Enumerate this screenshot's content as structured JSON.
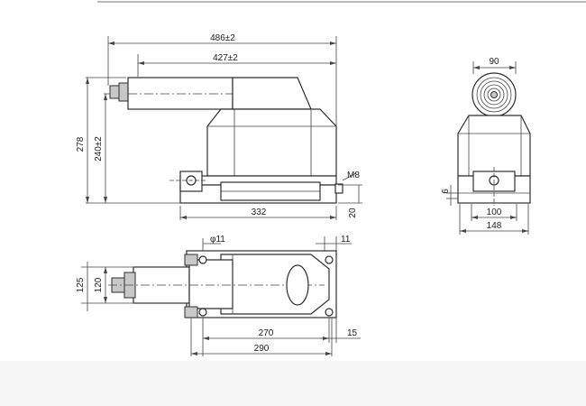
{
  "dimensions": {
    "front_overall_length": "486±2",
    "front_body_length": "427±2",
    "front_total_height": "278",
    "front_axis_height": "240±2",
    "front_base_width": "332",
    "front_base_height": "20",
    "bolt_thread": "M8",
    "side_top_width": "90",
    "side_offset": "6",
    "side_inner_width": "100",
    "side_outer_width": "148",
    "plan_hole_dia": "φ11",
    "plan_edge": "11",
    "plan_height_outer": "125",
    "plan_height_inner": "120",
    "plan_hole_spacing": "270",
    "plan_overall_length": "290",
    "plan_end_offset": "15"
  },
  "colors": {
    "line": "#2e2e2e",
    "shade": "#c8c8c8",
    "background": "#ffffff"
  }
}
